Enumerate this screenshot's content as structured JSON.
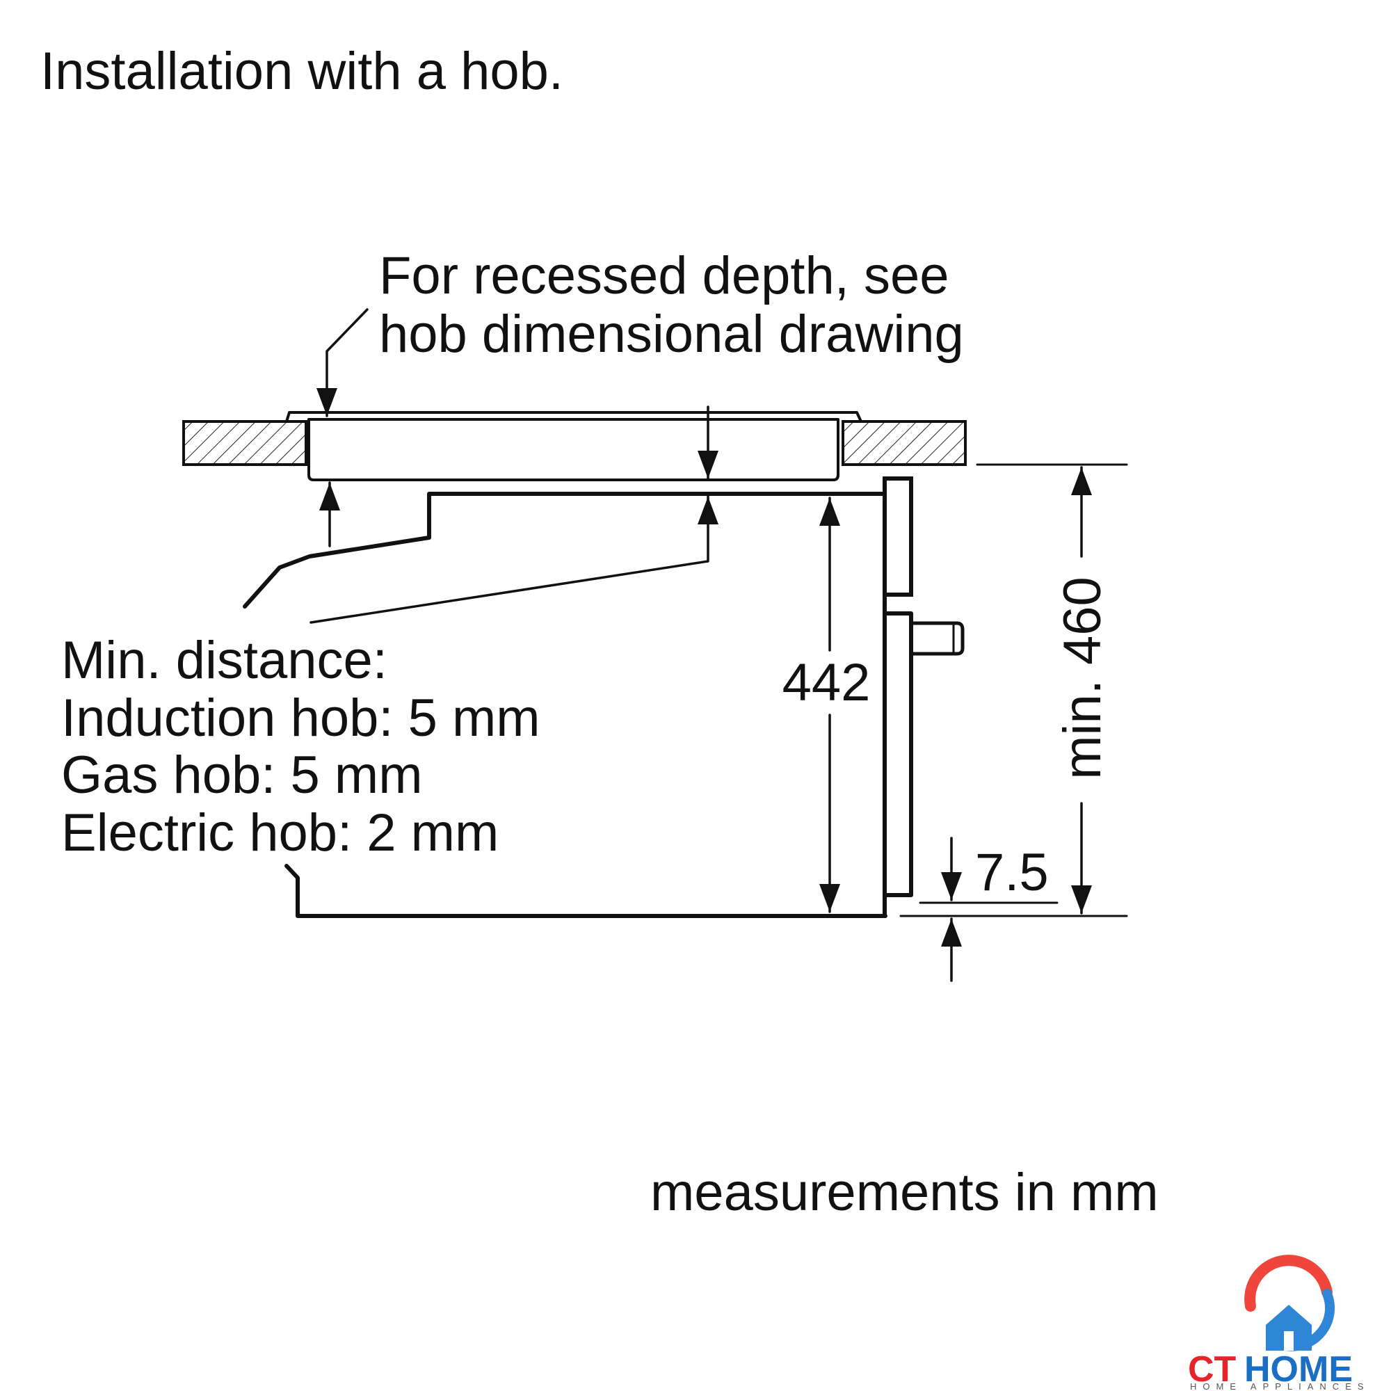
{
  "title": "Installation with a hob.",
  "recessed_note": [
    "For recessed depth, see",
    "hob dimensional drawing"
  ],
  "min_distance": {
    "heading": "Min. distance:",
    "lines": [
      "Induction hob: 5 mm",
      "Gas hob: 5 mm",
      "Electric hob: 2 mm"
    ]
  },
  "dimensions": {
    "oven_height": "442",
    "niche_height": "min. 460",
    "bottom_gap": "7.5"
  },
  "units_note": "measurements in mm",
  "logo": {
    "name": "CTHOME",
    "tagline": "HOME APPLIANCES",
    "colors": {
      "ct": "#e8232a",
      "home": "#1a6fc4",
      "swoosh": "#f0453a",
      "house": "#2f86d6"
    }
  }
}
